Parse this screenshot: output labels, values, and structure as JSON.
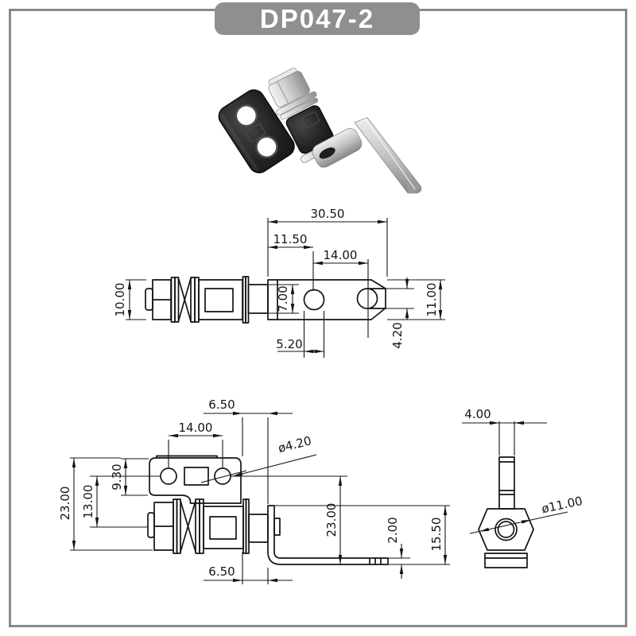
{
  "page": {
    "title_badge": "DP047-2"
  },
  "colors": {
    "badge_bg": "#8f8f8f",
    "badge_text": "#ffffff",
    "frame_border": "#898989",
    "drawing_line": "#141414",
    "metal_light": "#f0f0f0",
    "metal_dark": "#8e8e8e",
    "plastic_black": "#1a1a1a"
  },
  "drawing": {
    "top_view": {
      "dims": {
        "overall_length": "30.50",
        "hole_offset": "11.50",
        "hole_spacing": "14.00",
        "shaft_width": "7.00",
        "body_diameter": "10.00",
        "hole_width": "5.20",
        "slot_width": "4.20",
        "plate_width": "11.00"
      }
    },
    "front_view": {
      "dims": {
        "plate_to_arm": "6.50",
        "hole_spacing": "14.00",
        "step_height": "9.30",
        "hole_to_axis": "13.00",
        "overall_height": "23.00",
        "hole_diameter": "ø4.20",
        "axis_to_arm_bottom": "23.00",
        "arm_thickness": "2.00",
        "arm_drop": "15.50",
        "body_to_arm": "6.50"
      }
    },
    "side_view": {
      "dims": {
        "arm_width": "4.00",
        "hex_diameter": "ø11.00"
      }
    }
  }
}
